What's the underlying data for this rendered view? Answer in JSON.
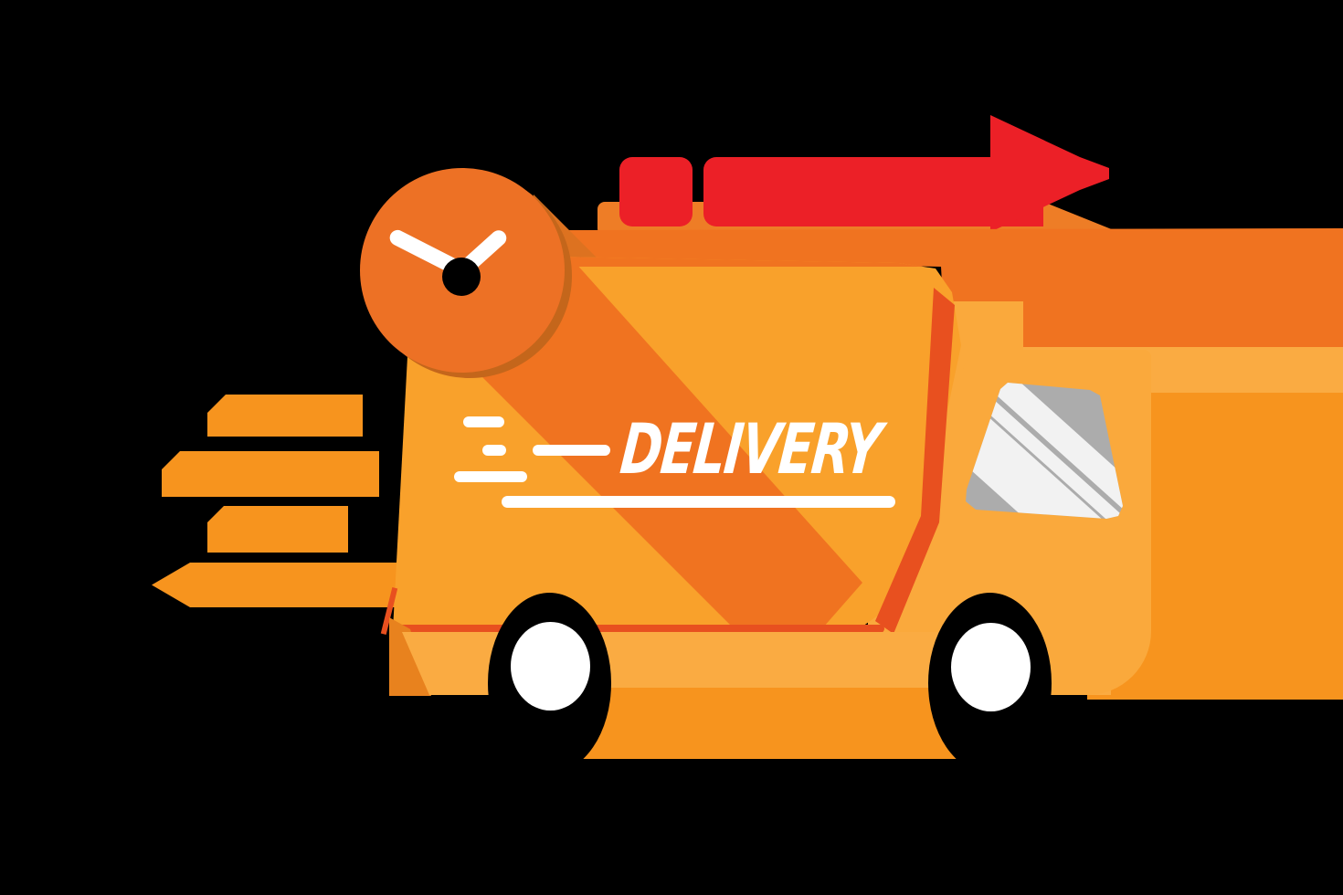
{
  "illustration": {
    "title": "Fast delivery truck illustration",
    "truck_label": "DELIVERY",
    "elements": [
      "clock-icon",
      "fast-forward-arrow",
      "delivery-truck",
      "speed-lines"
    ],
    "colors": {
      "background": "#000000",
      "arrow_red": "#EC2027",
      "arrow_shadow": "#EE7D26",
      "box_light": "#F9A12B",
      "box_shadow": "#F07320",
      "box_edge": "#E8501F",
      "under_shadow": "#E8821E",
      "chassis": "#FAAB42",
      "body": "#F7941E",
      "cab": "#FAA93C",
      "clock_face": "#ED7125",
      "clock_rim": "#C4661B",
      "clock_wedge": "#DD7220",
      "window_glass": "#ACACAC",
      "window_shine": "#F2F2F2",
      "text": "#FFFFFF"
    }
  }
}
